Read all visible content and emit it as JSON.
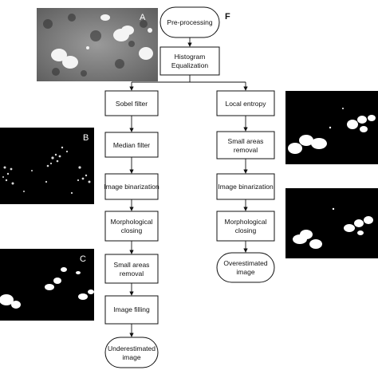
{
  "panels": {
    "a": {
      "letter": "A"
    },
    "b": {
      "letter": "B"
    },
    "c": {
      "letter": "C"
    },
    "f": {
      "letter": "F"
    }
  },
  "flow": {
    "start": "Pre-processing",
    "histogram": [
      "Histogram",
      "Equalization"
    ],
    "left": {
      "sobel": "Sobel filter",
      "median": "Median filter",
      "binarization": "Image binarization",
      "closing": [
        "Morphological",
        "closing"
      ],
      "small_areas": [
        "Small areas",
        "removal"
      ],
      "filling": "Image filling",
      "end": [
        "Underestimated",
        "image"
      ]
    },
    "right": {
      "entropy": "Local entropy",
      "small_areas": [
        "Small areas",
        "removal"
      ],
      "binarization": "Image binarization",
      "closing": [
        "Morphological",
        "closing"
      ],
      "end": [
        "Overestimated",
        "image"
      ]
    }
  }
}
